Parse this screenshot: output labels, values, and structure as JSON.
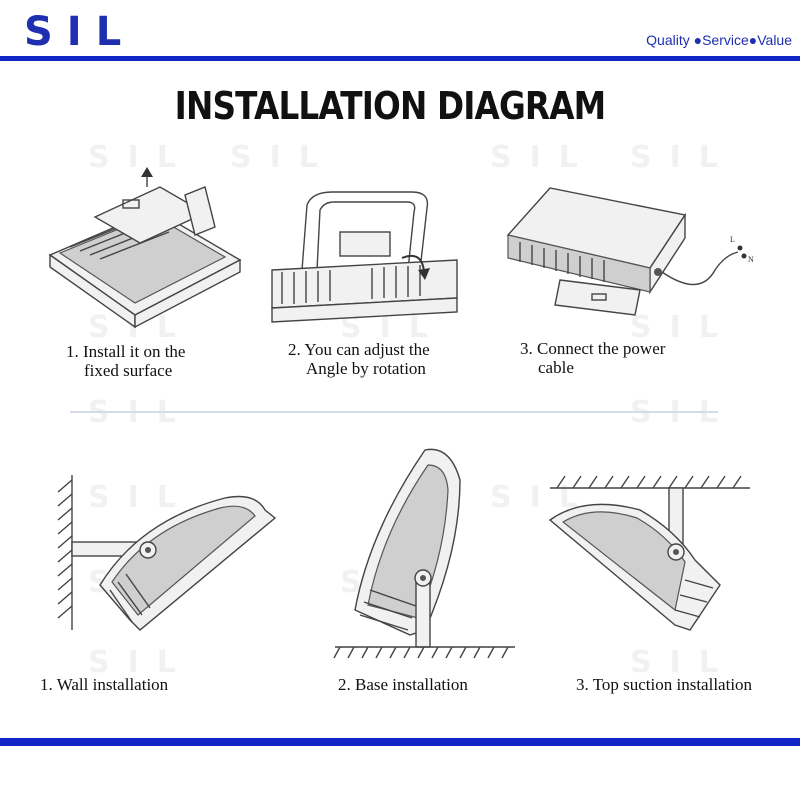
{
  "header": {
    "logo": "SIL",
    "tagline": "Quality ●Service●Value",
    "brand_color": "#1f2fb0"
  },
  "title": "INSTALLATION DIAGRAM",
  "watermark": "SIL",
  "steps": [
    {
      "line1": "1. Install it on the",
      "line2": "fixed surface"
    },
    {
      "line1": "2. You can adjust the",
      "line2": "Angle by rotation"
    },
    {
      "line1": "3. Connect the power",
      "line2": "cable"
    }
  ],
  "wire_labels": [
    "L",
    "N"
  ],
  "methods": [
    {
      "label": "1. Wall installation"
    },
    {
      "label": "2. Base installation"
    },
    {
      "label": "3. Top suction installation"
    }
  ]
}
